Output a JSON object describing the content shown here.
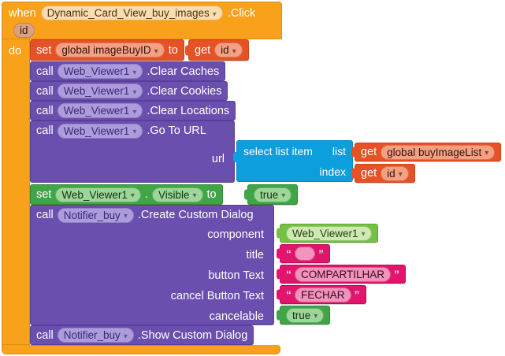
{
  "workspace": {
    "event": {
      "keyword": "when",
      "component": "Dynamic_Card_View_buy_images",
      "event_name": ".Click",
      "param": "id",
      "do_keyword": "do"
    },
    "set_image_buy_id": {
      "keyword_set": "set",
      "variable": "global imageBuyID",
      "keyword_to": "to",
      "value": {
        "keyword_get": "get",
        "variable": "id"
      }
    },
    "calls_clear": [
      {
        "keyword": "call",
        "component": "Web_Viewer1",
        "method": ".Clear Caches"
      },
      {
        "keyword": "call",
        "component": "Web_Viewer1",
        "method": ".Clear Cookies"
      },
      {
        "keyword": "call",
        "component": "Web_Viewer1",
        "method": ".Clear Locations"
      }
    ],
    "go_to_url": {
      "keyword": "call",
      "component": "Web_Viewer1",
      "method": ".Go To URL",
      "param_url": "url",
      "select_list_item": {
        "name": "select list item",
        "arg_list": "list",
        "arg_index": "index"
      },
      "get_list": {
        "keyword_get": "get",
        "variable": "global buyImageList"
      },
      "get_index": {
        "keyword_get": "get",
        "variable": "id"
      }
    },
    "set_visible": {
      "keyword_set": "set",
      "component": "Web_Viewer1",
      "dot": ".",
      "property": "Visible",
      "keyword_to": "to",
      "value": "true"
    },
    "create_dialog": {
      "keyword": "call",
      "component": "Notifier_buy",
      "method": ".Create Custom Dialog",
      "params": {
        "component_label": "component",
        "title_label": "title",
        "button_text_label": "button Text",
        "cancel_button_text_label": "cancel Button Text",
        "cancelable_label": "cancelable"
      },
      "values": {
        "component": "Web_Viewer1",
        "title": "",
        "button_text": "COMPARTILHAR",
        "cancel_button_text": "FECHAR",
        "cancelable": "true"
      },
      "quote_open": "“",
      "quote_close": "”"
    },
    "show_dialog": {
      "keyword": "call",
      "component": "Notifier_buy",
      "method": ".Show Custom Dialog"
    }
  },
  "colors": {
    "event_orange": "#F9A11B",
    "variable_orange": "#E65126",
    "method_purple": "#6A4FAE",
    "list_blue": "#0D9EDE",
    "property_green": "#3FA546",
    "component_green": "#77C044",
    "text_pink": "#E0156B"
  }
}
